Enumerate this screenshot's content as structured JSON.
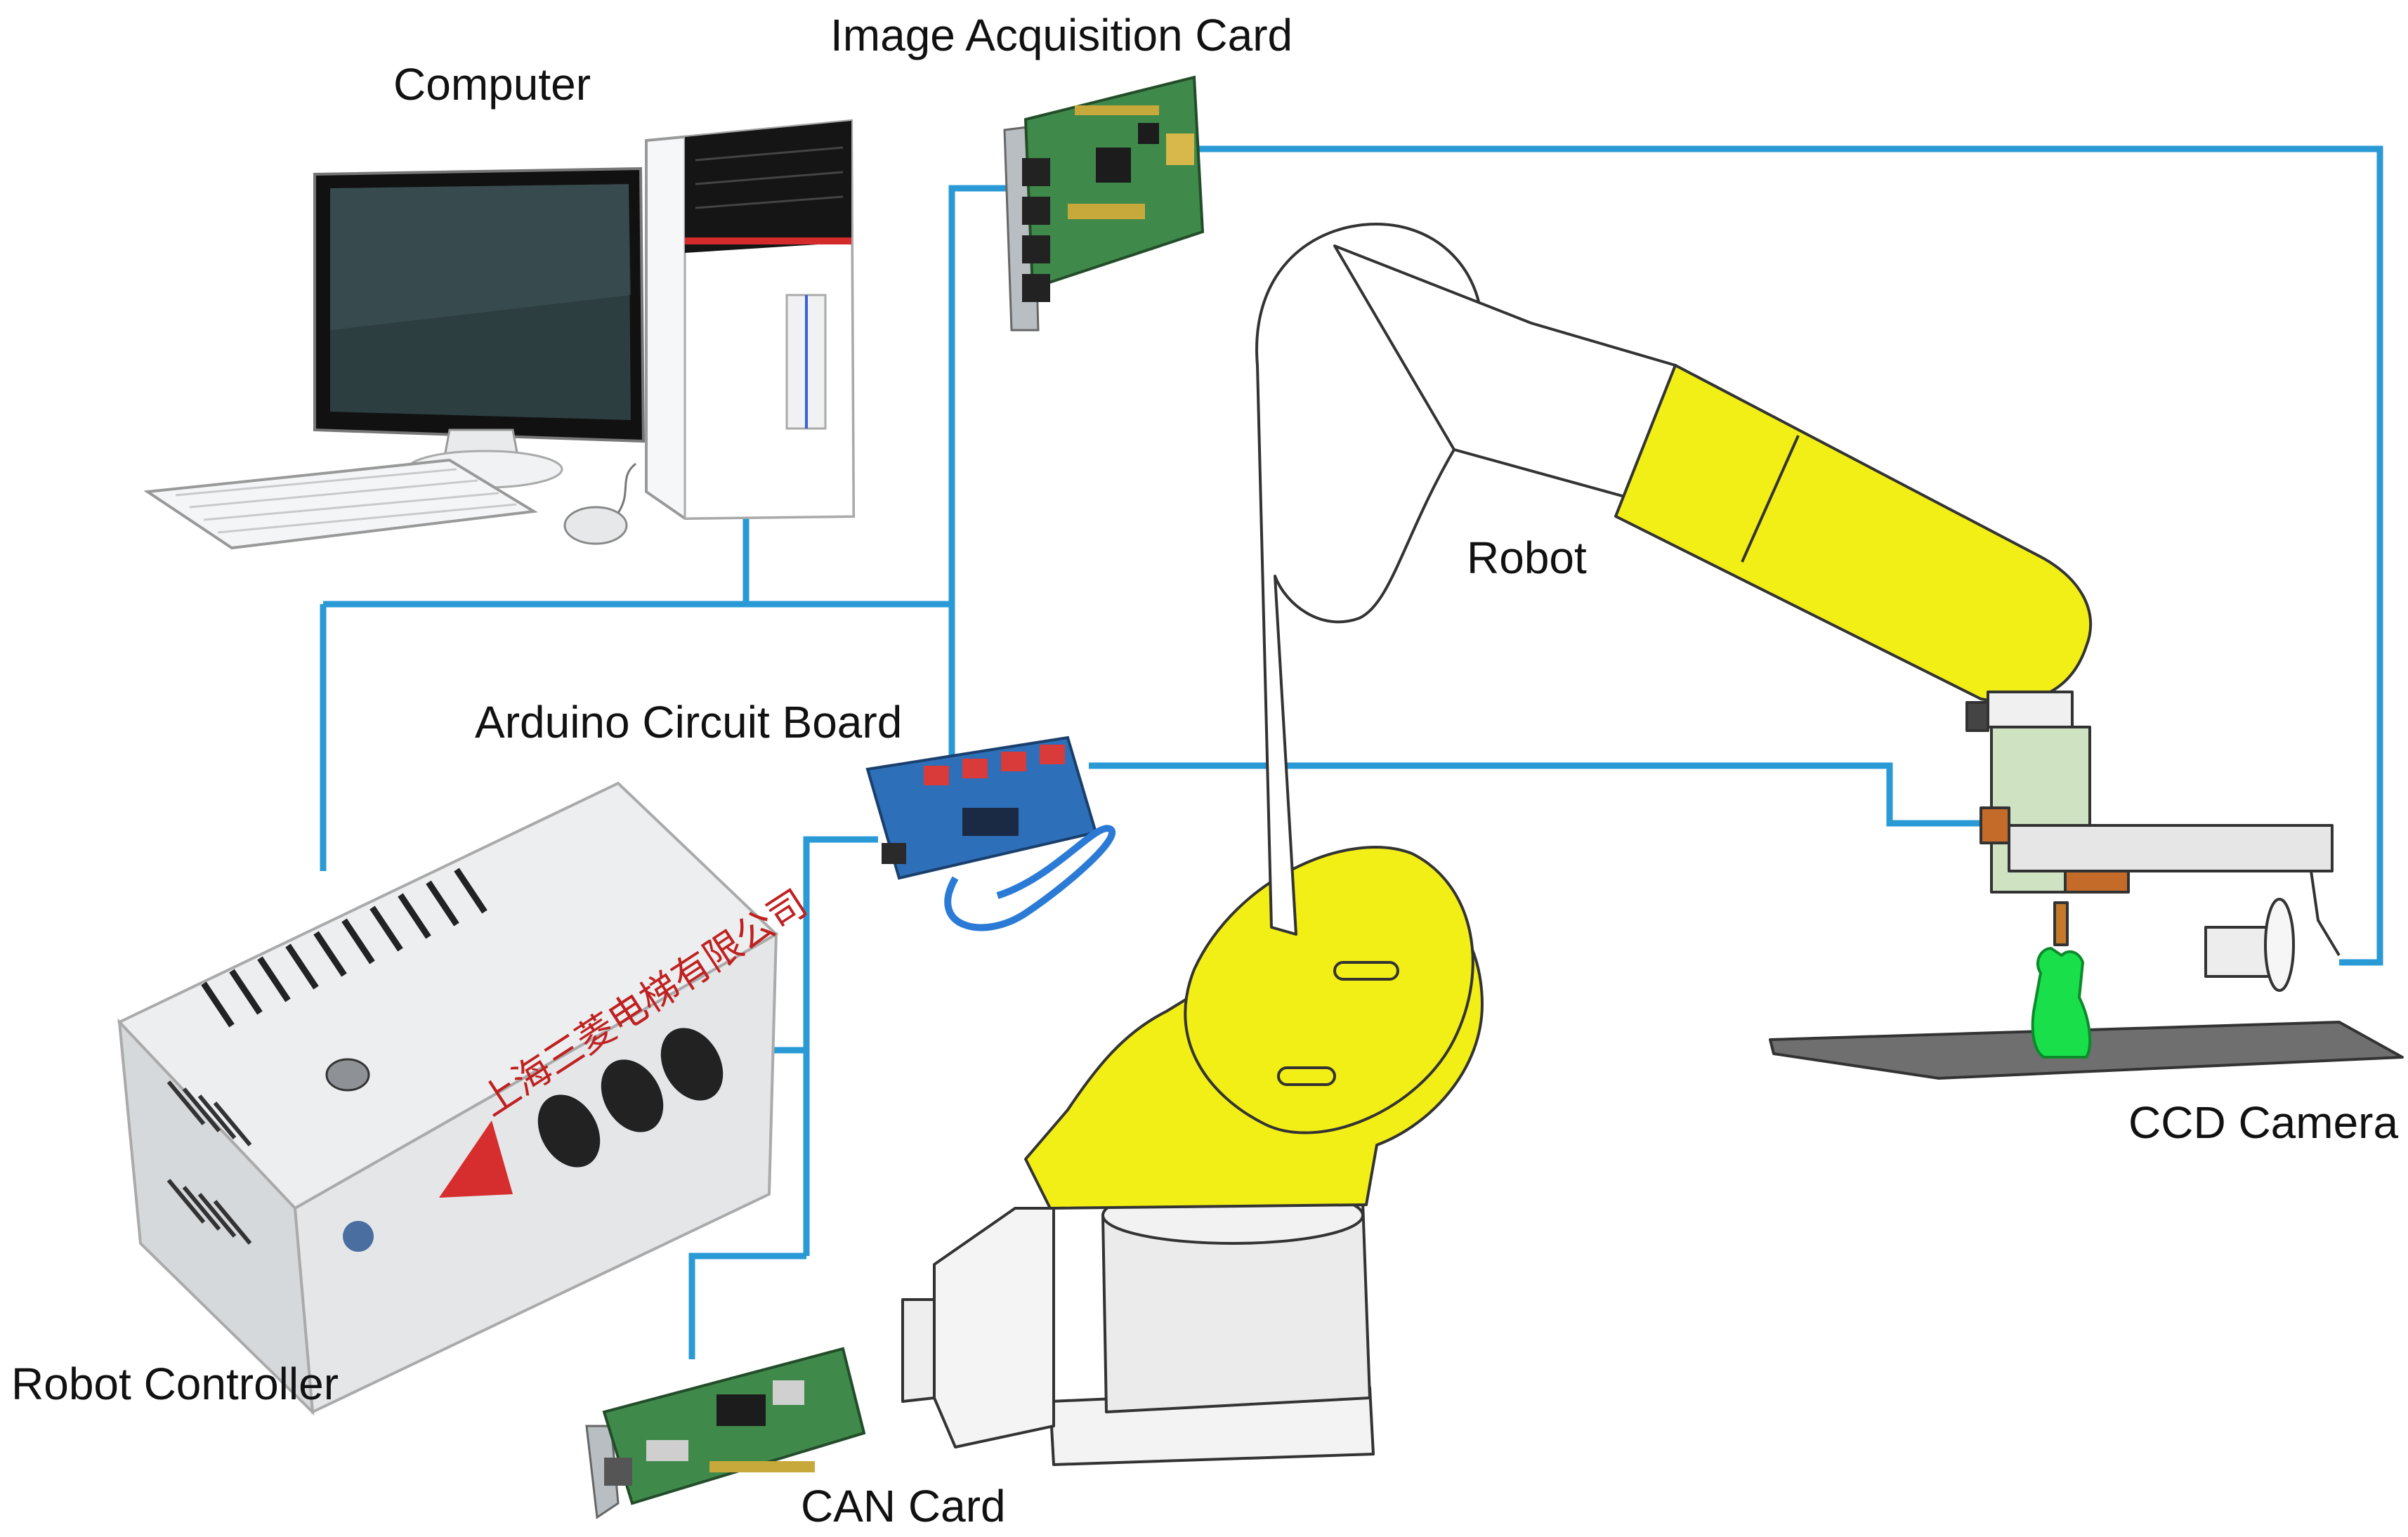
{
  "labels": {
    "computer": "Computer",
    "image_card": "Image Acquisition Card",
    "robot": "Robot",
    "arduino": "Arduino Circuit Board",
    "ccd_camera": "CCD Camera",
    "robot_controller": "Robot Controller",
    "can_card": "CAN Card"
  },
  "colors": {
    "cable": "#2a9ad6",
    "robot_yellow": "#f2ef16",
    "robot_outline": "#333333",
    "pcb_green": "#3f8a4a",
    "controller_gray": "#dcdfe2",
    "arduino_blue": "#2d6fb8",
    "figurine_green": "#19e04a"
  },
  "controller_box_text": "上海三菱电梯有限公司"
}
